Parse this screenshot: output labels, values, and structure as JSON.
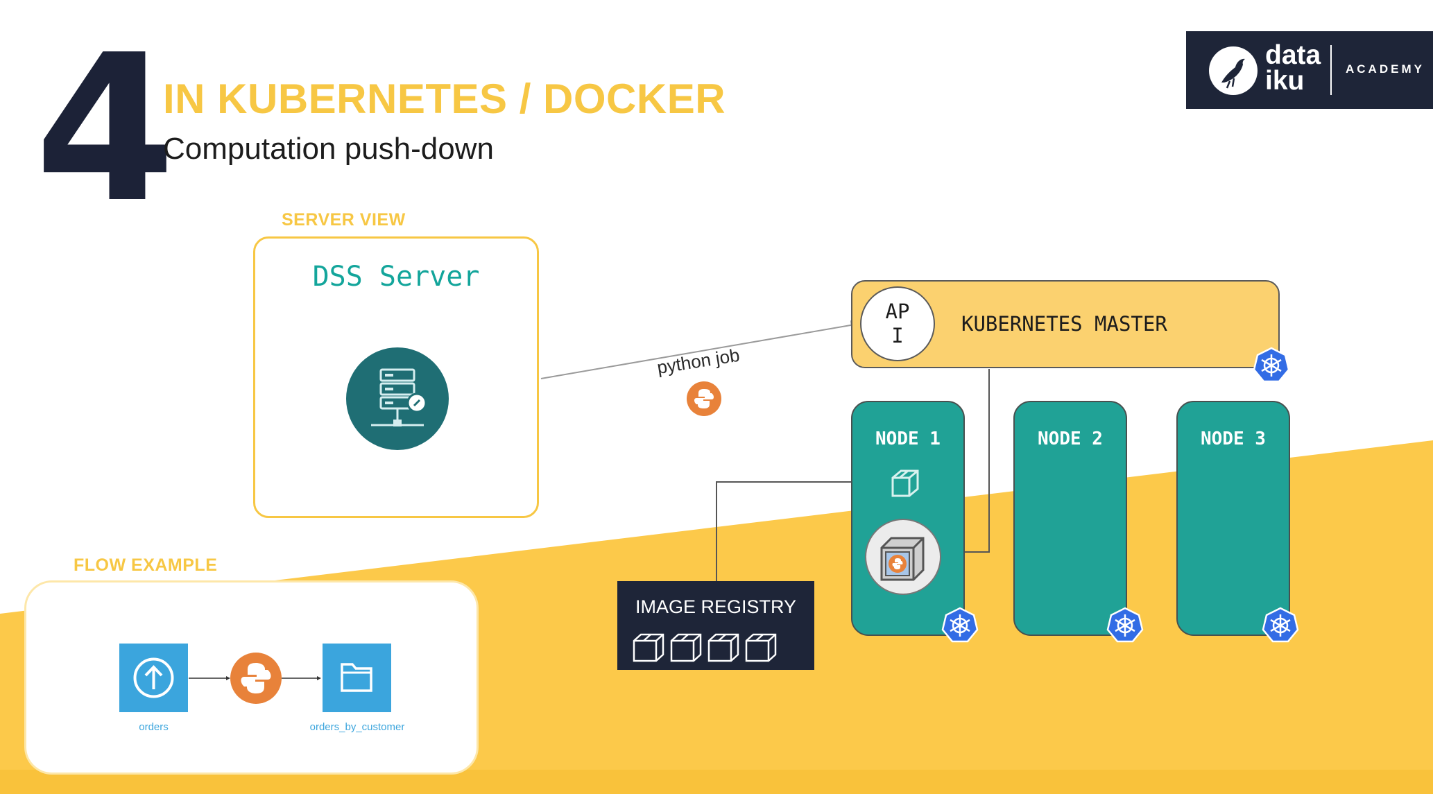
{
  "slide": {
    "step_number": "4",
    "title": "IN KUBERNETES / DOCKER",
    "subtitle": "Computation push-down"
  },
  "logo": {
    "line1": "data",
    "line2": "iku",
    "tagline": "ACADEMY"
  },
  "server_view": {
    "section_label": "SERVER VIEW",
    "title": "DSS Server",
    "icon": "server-icon"
  },
  "job": {
    "label": "python job",
    "icon": "python-icon"
  },
  "kubernetes": {
    "master_label": "KUBERNETES MASTER",
    "api_label": "API",
    "nodes": [
      {
        "label": "NODE 1"
      },
      {
        "label": "NODE 2"
      },
      {
        "label": "NODE 3"
      }
    ],
    "icon": "kubernetes-helm-icon"
  },
  "registry": {
    "label": "IMAGE REGISTRY",
    "icon": "container-box-icon"
  },
  "flow_example": {
    "section_label": "FLOW EXAMPLE",
    "input_dataset": "orders",
    "recipe_icon": "python-icon",
    "output_dataset": "orders_by_customer"
  },
  "colors": {
    "accent_yellow": "#f7c744",
    "navy": "#1e2538",
    "teal": "#20a296",
    "python_orange": "#e8823a",
    "kubernetes_blue": "#326ce5",
    "flow_blue": "#3ba5dd"
  }
}
